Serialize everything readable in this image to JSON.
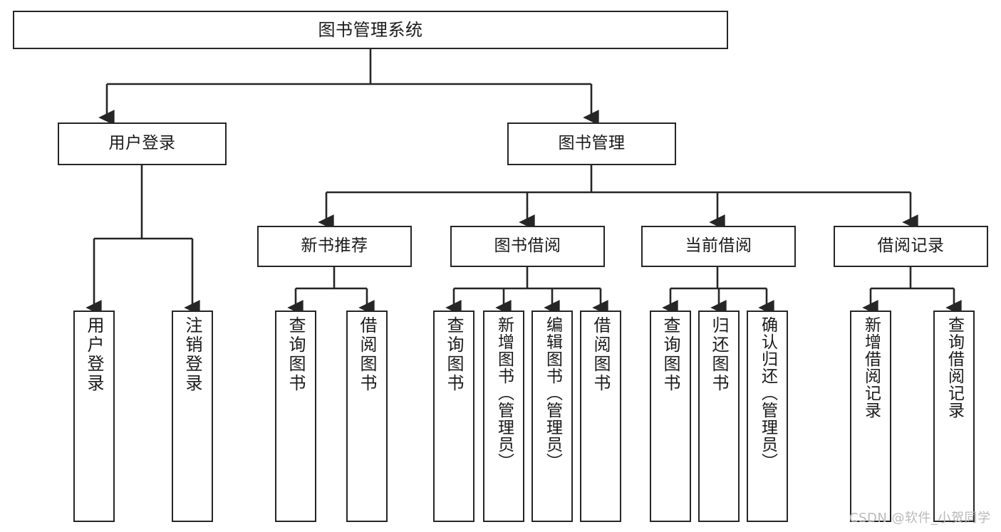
{
  "diagram": {
    "title": "图书管理系统",
    "type": "tree-hierarchy",
    "background_color": "#ffffff",
    "line_color": "#262626",
    "text_color": "#1a1a1a",
    "nodes": {
      "root": {
        "label": "图书管理系统"
      },
      "level2": [
        {
          "label": "用户登录"
        },
        {
          "label": "图书管理"
        }
      ],
      "level3": [
        {
          "label": "新书推荐"
        },
        {
          "label": "图书借阅"
        },
        {
          "label": "当前借阅"
        },
        {
          "label": "借阅记录"
        }
      ],
      "leaves": {
        "user_login": [
          {
            "label": "用户登录"
          },
          {
            "label": "注销登录"
          }
        ],
        "new_book_recommend": [
          {
            "label": "查询图书"
          },
          {
            "label": "借阅图书"
          }
        ],
        "book_borrow": [
          {
            "label": "查询图书"
          },
          {
            "label": "新增图书（管理员）"
          },
          {
            "label": "编辑图书（管理员）"
          },
          {
            "label": "借阅图书"
          }
        ],
        "current_borrow": [
          {
            "label": "查询图书"
          },
          {
            "label": "归还图书"
          },
          {
            "label": "确认归还（管理员）"
          }
        ],
        "borrow_record": [
          {
            "label": "新增借阅记录"
          },
          {
            "label": "查询借阅记录"
          }
        ]
      }
    },
    "watermark": "CSDN @软件_小贺同学"
  }
}
